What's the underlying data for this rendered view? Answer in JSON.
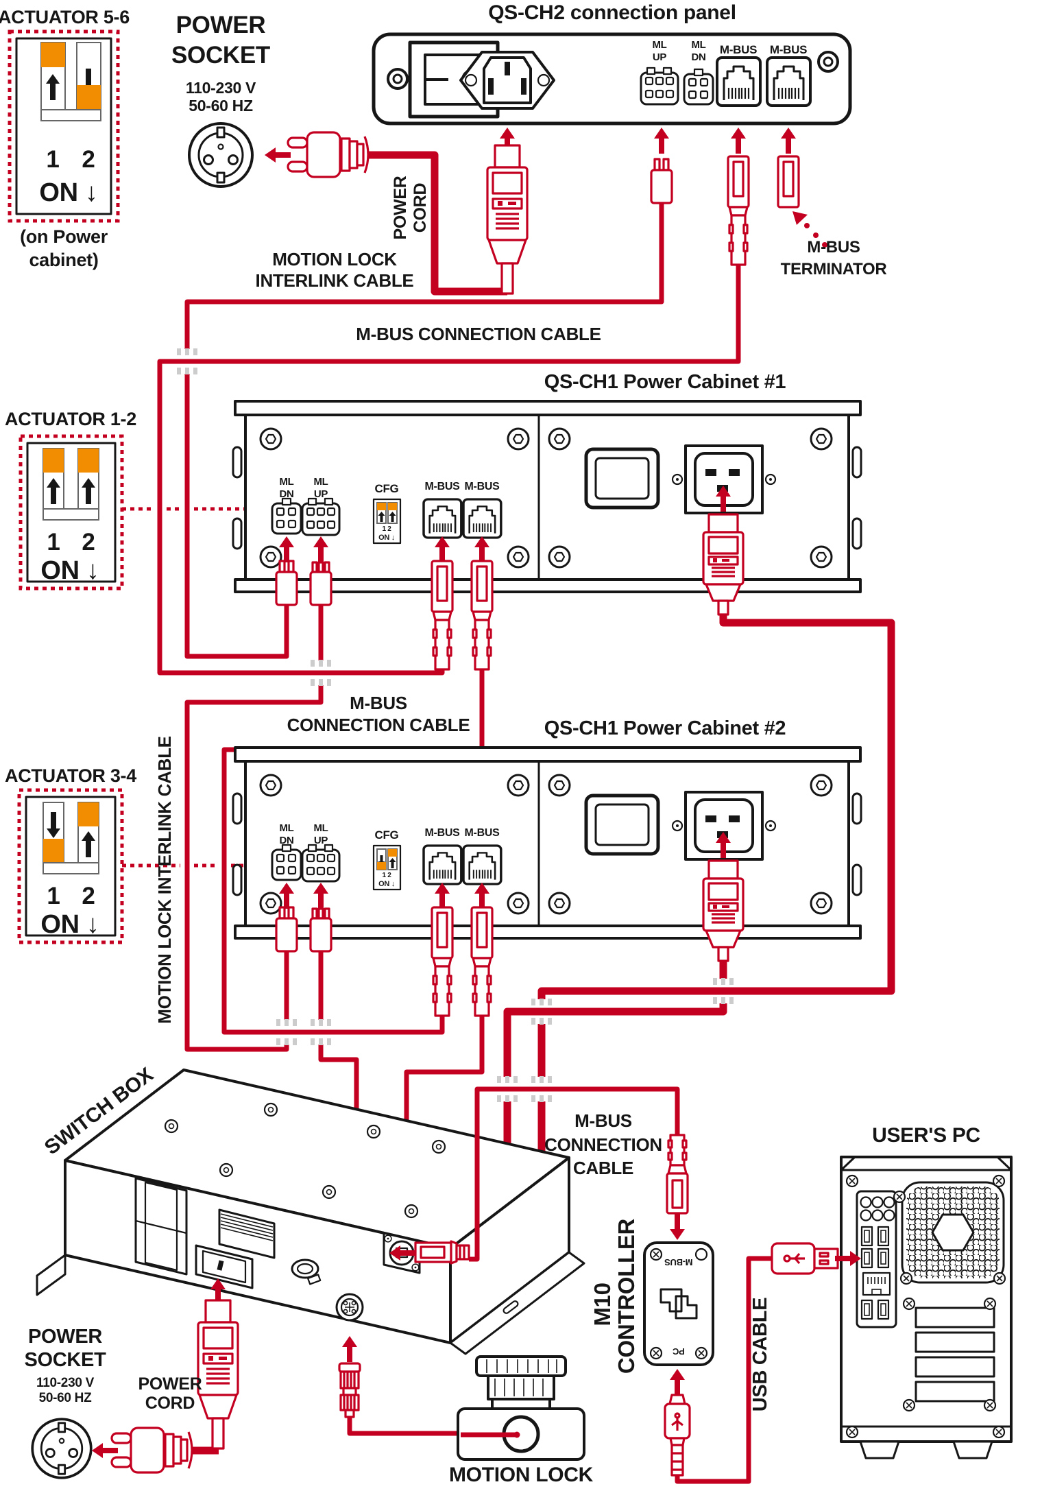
{
  "colors": {
    "red": "#c40021",
    "orange": "#f28c00",
    "ink": "#161616",
    "crossing_dash": "#cccccc"
  },
  "qs_ch2": {
    "title": "QS-CH2 connection panel",
    "ml_up": [
      "ML",
      "UP"
    ],
    "ml_dn": [
      "ML",
      "DN"
    ],
    "mbus_1": "M-BUS",
    "mbus_2": "M-BUS"
  },
  "power_top": {
    "socket": [
      "POWER",
      "SOCKET"
    ],
    "voltage": "110-230 V",
    "frequency": "50-60 HZ",
    "cord": [
      "POWER",
      "CORD"
    ]
  },
  "power_bottom": {
    "socket": [
      "POWER",
      "SOCKET"
    ],
    "voltage": "110-230 V",
    "frequency": "50-60 HZ",
    "cord": [
      "POWER",
      "CORD"
    ]
  },
  "actuator_5_6": {
    "title": "ACTUATOR 5-6",
    "pin_1": "1",
    "pin_2": "2",
    "on": "ON ↓",
    "note": [
      "(on Power",
      "cabinet)"
    ],
    "switch_1": "up",
    "switch_2": "down"
  },
  "actuator_1_2": {
    "title": "ACTUATOR 1-2",
    "pin_1": "1",
    "pin_2": "2",
    "on": "ON ↓",
    "switch_1": "up",
    "switch_2": "up"
  },
  "actuator_3_4": {
    "title": "ACTUATOR 3-4",
    "pin_1": "1",
    "pin_2": "2",
    "on": "ON ↓",
    "switch_1": "down",
    "switch_2": "up"
  },
  "cabinet_1": {
    "title": "QS-CH1 Power Cabinet #1",
    "ml_dn": [
      "ML",
      "DN"
    ],
    "ml_up": [
      "ML",
      "UP"
    ],
    "cfg": "CFG",
    "cfg_pins": "1 2",
    "cfg_on": "ON ↓",
    "mbus_1": "M-BUS",
    "mbus_2": "M-BUS"
  },
  "cabinet_2": {
    "title": "QS-CH1 Power Cabinet #2",
    "ml_dn": [
      "ML",
      "DN"
    ],
    "ml_up": [
      "ML",
      "UP"
    ],
    "cfg": "CFG",
    "cfg_pins": "1 2",
    "cfg_on": "ON ↓",
    "mbus_1": "M-BUS",
    "mbus_2": "M-BUS"
  },
  "cables": {
    "interlink_top": [
      "MOTION LOCK",
      "INTERLINK CABLE"
    ],
    "mbus_top": "M-BUS CONNECTION CABLE",
    "mbus_mid": [
      "M-BUS",
      "CONNECTION CABLE"
    ],
    "interlink_vertical": "MOTION LOCK INTERLINK CABLE",
    "mbus_switchbox": [
      "M-BUS",
      "CONNECTION",
      "CABLE"
    ],
    "usb": "USB CABLE",
    "terminator": [
      "M-BUS",
      "TERMINATOR"
    ]
  },
  "switch_box": {
    "label": "SWITCH BOX"
  },
  "m10": {
    "label": [
      "M10",
      "CONTROLLER"
    ],
    "port_top": "M-BUS",
    "port_bottom": "PC"
  },
  "users_pc": {
    "title": "USER'S PC"
  },
  "motion_lock": {
    "label": "MOTION LOCK"
  }
}
